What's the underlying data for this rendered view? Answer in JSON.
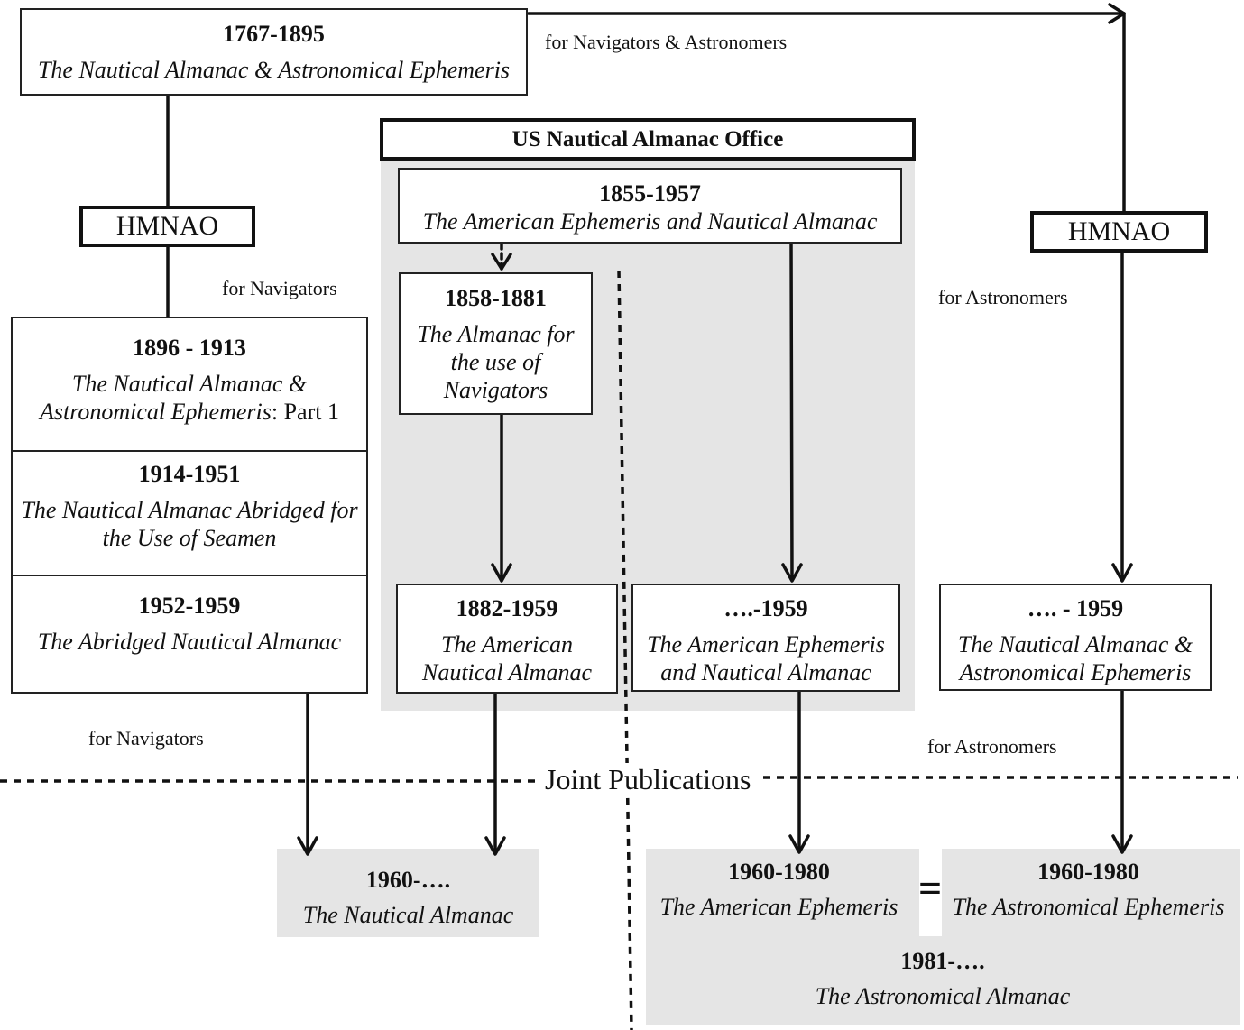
{
  "colors": {
    "line": "#111111",
    "shade": "#e5e5e5",
    "box_border": "#222222"
  },
  "top": {
    "years": "1767-1895",
    "title": "The Nautical Almanac & Astronomical Ephemeris"
  },
  "labels": {
    "nav_astro": "for Navigators & Astronomers",
    "for_navigators_top": "for Navigators",
    "for_astronomers_top": "for Astronomers",
    "for_navigators_bottom": "for Navigators",
    "for_astronomers_bottom": "for Astronomers",
    "joint_publications": "Joint Publications",
    "equals": "="
  },
  "hmnao_left": "HMNAO",
  "hmnao_right": "HMNAO",
  "us_office": {
    "title": "US Nautical Almanac Office",
    "main": {
      "years": "1855-1957",
      "title": "The American Ephemeris and Nautical Almanac"
    },
    "navigators": {
      "years": "1858-1881",
      "title": "The Almanac for the use of Navigators"
    },
    "american_nautical": {
      "years": "1882-1959",
      "title": "The American Nautical Almanac"
    },
    "american_ephemeris": {
      "years": "….-1959",
      "title": "The American Ephemeris and Nautical Almanac"
    }
  },
  "left_stack": [
    {
      "years": "1896 - 1913",
      "title": "The Nautical Almanac & Astronomical Ephemeris",
      "suffix": ": Part 1"
    },
    {
      "years": "1914-1951",
      "title": "The Nautical Almanac Abridged for the Use of Seamen"
    },
    {
      "years": "1952-1959",
      "title": "The Abridged Nautical Almanac"
    }
  ],
  "right_box": {
    "years": "…. - 1959",
    "title": "The Nautical Almanac & Astronomical Ephemeris"
  },
  "joint": {
    "nautical": {
      "years": "1960-….",
      "title": "The Nautical Almanac"
    },
    "american_ephemeris": {
      "years": "1960-1980",
      "title": "The American Ephemeris"
    },
    "astronomical_ephemeris": {
      "years": "1960-1980",
      "title": "The Astronomical Ephemeris"
    },
    "astronomical_almanac": {
      "years": "1981-….",
      "title": "The Astronomical Almanac"
    }
  }
}
